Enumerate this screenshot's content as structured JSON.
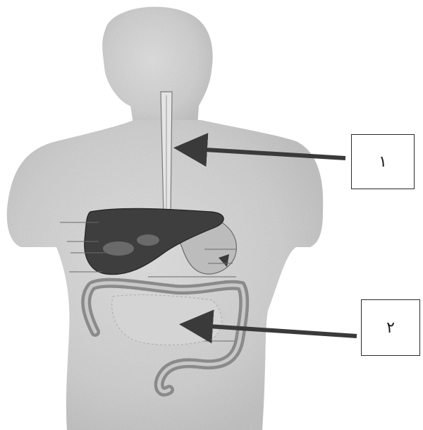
{
  "labels": [
    {
      "id": "1",
      "text": "١",
      "target": "esophagus"
    },
    {
      "id": "2",
      "text": "٢",
      "target": "small-intestine"
    }
  ],
  "colors": {
    "body_fill": "#cfcfcf",
    "organ_dark": "#3a3a3a",
    "intestine": "#9a9a9a",
    "arrow": "#3a3a3a",
    "box_border": "#2a2a2a"
  }
}
